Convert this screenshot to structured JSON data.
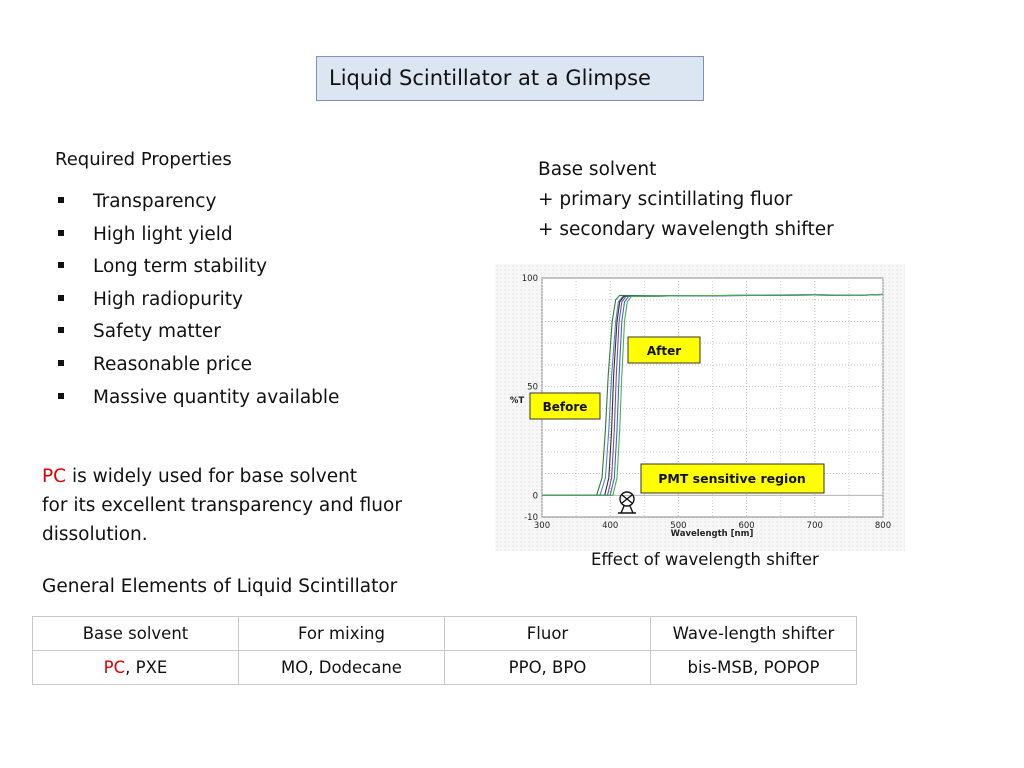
{
  "slide": {
    "title": "Liquid Scintillator at a Glimpse"
  },
  "required_properties": {
    "heading": "Required Properties",
    "items": [
      "Transparency",
      "High light yield",
      "Long term stability",
      "High radiopurity",
      "Safety matter",
      "Reasonable price",
      "Massive quantity available"
    ]
  },
  "composition": {
    "lines": [
      "Base solvent",
      "+ primary scintillating fluor",
      "+ secondary wavelength shifter"
    ]
  },
  "pc_note": {
    "pc": "PC",
    "line1_rest": " is widely used for base solvent",
    "line2": "for its excellent transparency and fluor",
    "line3": "dissolution."
  },
  "general_elements": {
    "heading": "General Elements of Liquid Scintillator",
    "headers": [
      "Base solvent",
      "For mixing",
      "Fluor",
      "Wave-length shifter"
    ],
    "row": {
      "base_pc": "PC",
      "base_rest": ", PXE",
      "mixing": "MO, Dodecane",
      "fluor": "PPO, BPO",
      "shifter": "bis-MSB, POPOP"
    }
  },
  "chart_caption": "Effect of wavelength shifter",
  "colors": {
    "red": "#e00000",
    "title_bg": "#dce6f2",
    "annotation_bg": "#ffff00"
  },
  "chart_data": {
    "type": "line",
    "xlabel": "Wavelength [nm]",
    "ylabel": "%T",
    "xlim": [
      300,
      800
    ],
    "ylim": [
      -10,
      100
    ],
    "xticks": [
      "300",
      "400",
      "500",
      "600",
      "700",
      "800"
    ],
    "yticks": [
      "100",
      "50",
      "0",
      "-10"
    ],
    "ytick_values": [
      100,
      50,
      0,
      -10
    ],
    "grid": true,
    "series": [
      {
        "color": "#2e7d32",
        "x": [
          300,
          380,
          388,
          393,
          397,
          403,
          408,
          414,
          500,
          600,
          700,
          760,
          800
        ],
        "y": [
          0,
          0,
          8,
          30,
          55,
          80,
          90,
          92,
          91.8,
          92,
          92.3,
          92,
          92.5
        ]
      },
      {
        "color": "#5a7fd0",
        "x": [
          300,
          385,
          393,
          398,
          402,
          408,
          412,
          418,
          500,
          600,
          700,
          760,
          800
        ],
        "y": [
          0,
          0,
          8,
          30,
          55,
          80,
          89,
          91.5,
          91.8,
          92,
          92.2,
          92,
          92.4
        ]
      },
      {
        "color": "#333333",
        "x": [
          300,
          392,
          398,
          402,
          405,
          410,
          414,
          420,
          500,
          600,
          700,
          760,
          800
        ],
        "y": [
          0,
          0,
          8,
          30,
          55,
          80,
          89,
          91.5,
          91.8,
          92,
          92.2,
          92,
          92.4
        ]
      },
      {
        "color": "#7a4fa0",
        "x": [
          300,
          396,
          402,
          406,
          409,
          413,
          417,
          423,
          500,
          600,
          700,
          760,
          800
        ],
        "y": [
          0,
          0,
          8,
          30,
          55,
          80,
          89,
          91.5,
          91.8,
          92,
          92.2,
          92,
          92.4
        ]
      },
      {
        "color": "#3b6fb6",
        "x": [
          300,
          400,
          406,
          410,
          413,
          417,
          421,
          427,
          500,
          600,
          700,
          760,
          800
        ],
        "y": [
          0,
          0,
          8,
          30,
          55,
          80,
          89,
          91.5,
          91.8,
          92,
          92.2,
          92,
          92.4
        ]
      },
      {
        "color": "#4caf50",
        "x": [
          300,
          404,
          410,
          414,
          417,
          421,
          425,
          431,
          500,
          600,
          700,
          760,
          800
        ],
        "y": [
          0,
          0,
          8,
          30,
          55,
          80,
          89,
          91.5,
          91.8,
          92.1,
          92.3,
          92,
          92.5
        ]
      }
    ],
    "annotations": [
      "After",
      "Before",
      "PMT sensitive region"
    ]
  }
}
